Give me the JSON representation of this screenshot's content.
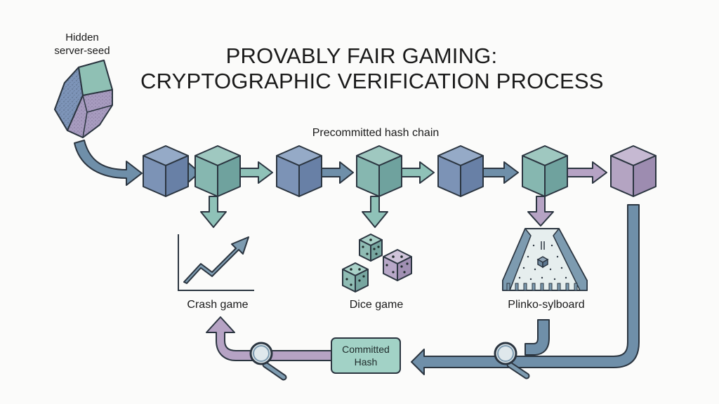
{
  "title": {
    "line1": "PROVABLY FAIR GAMING:",
    "line2": "CRYPTOGRAPHIC VERIFICATION PROCESS"
  },
  "server_seed": {
    "line1": "Hidden",
    "line2": "server-seed"
  },
  "hash_chain_label": "Precommitted hash chain",
  "games": {
    "crash": "Crash game",
    "dice": "Dice game",
    "plinko": "Plinko-sylboard"
  },
  "committed_hash": {
    "line1": "Committed",
    "line2": "Hash"
  },
  "colors": {
    "blue_cube": "#7c93b6",
    "teal_cube": "#7fb0aa",
    "purple_cube": "#b4a4c2",
    "arrow_blue": "#6f8fa9",
    "arrow_teal": "#8fc2b8",
    "arrow_purple": "#b6a3c4",
    "outline": "#2b3540"
  },
  "icons": [
    "gem-icon",
    "cube-icon",
    "arrow-icon",
    "chart-icon",
    "dice-icon",
    "plinko-board-icon",
    "magnifier-icon"
  ]
}
